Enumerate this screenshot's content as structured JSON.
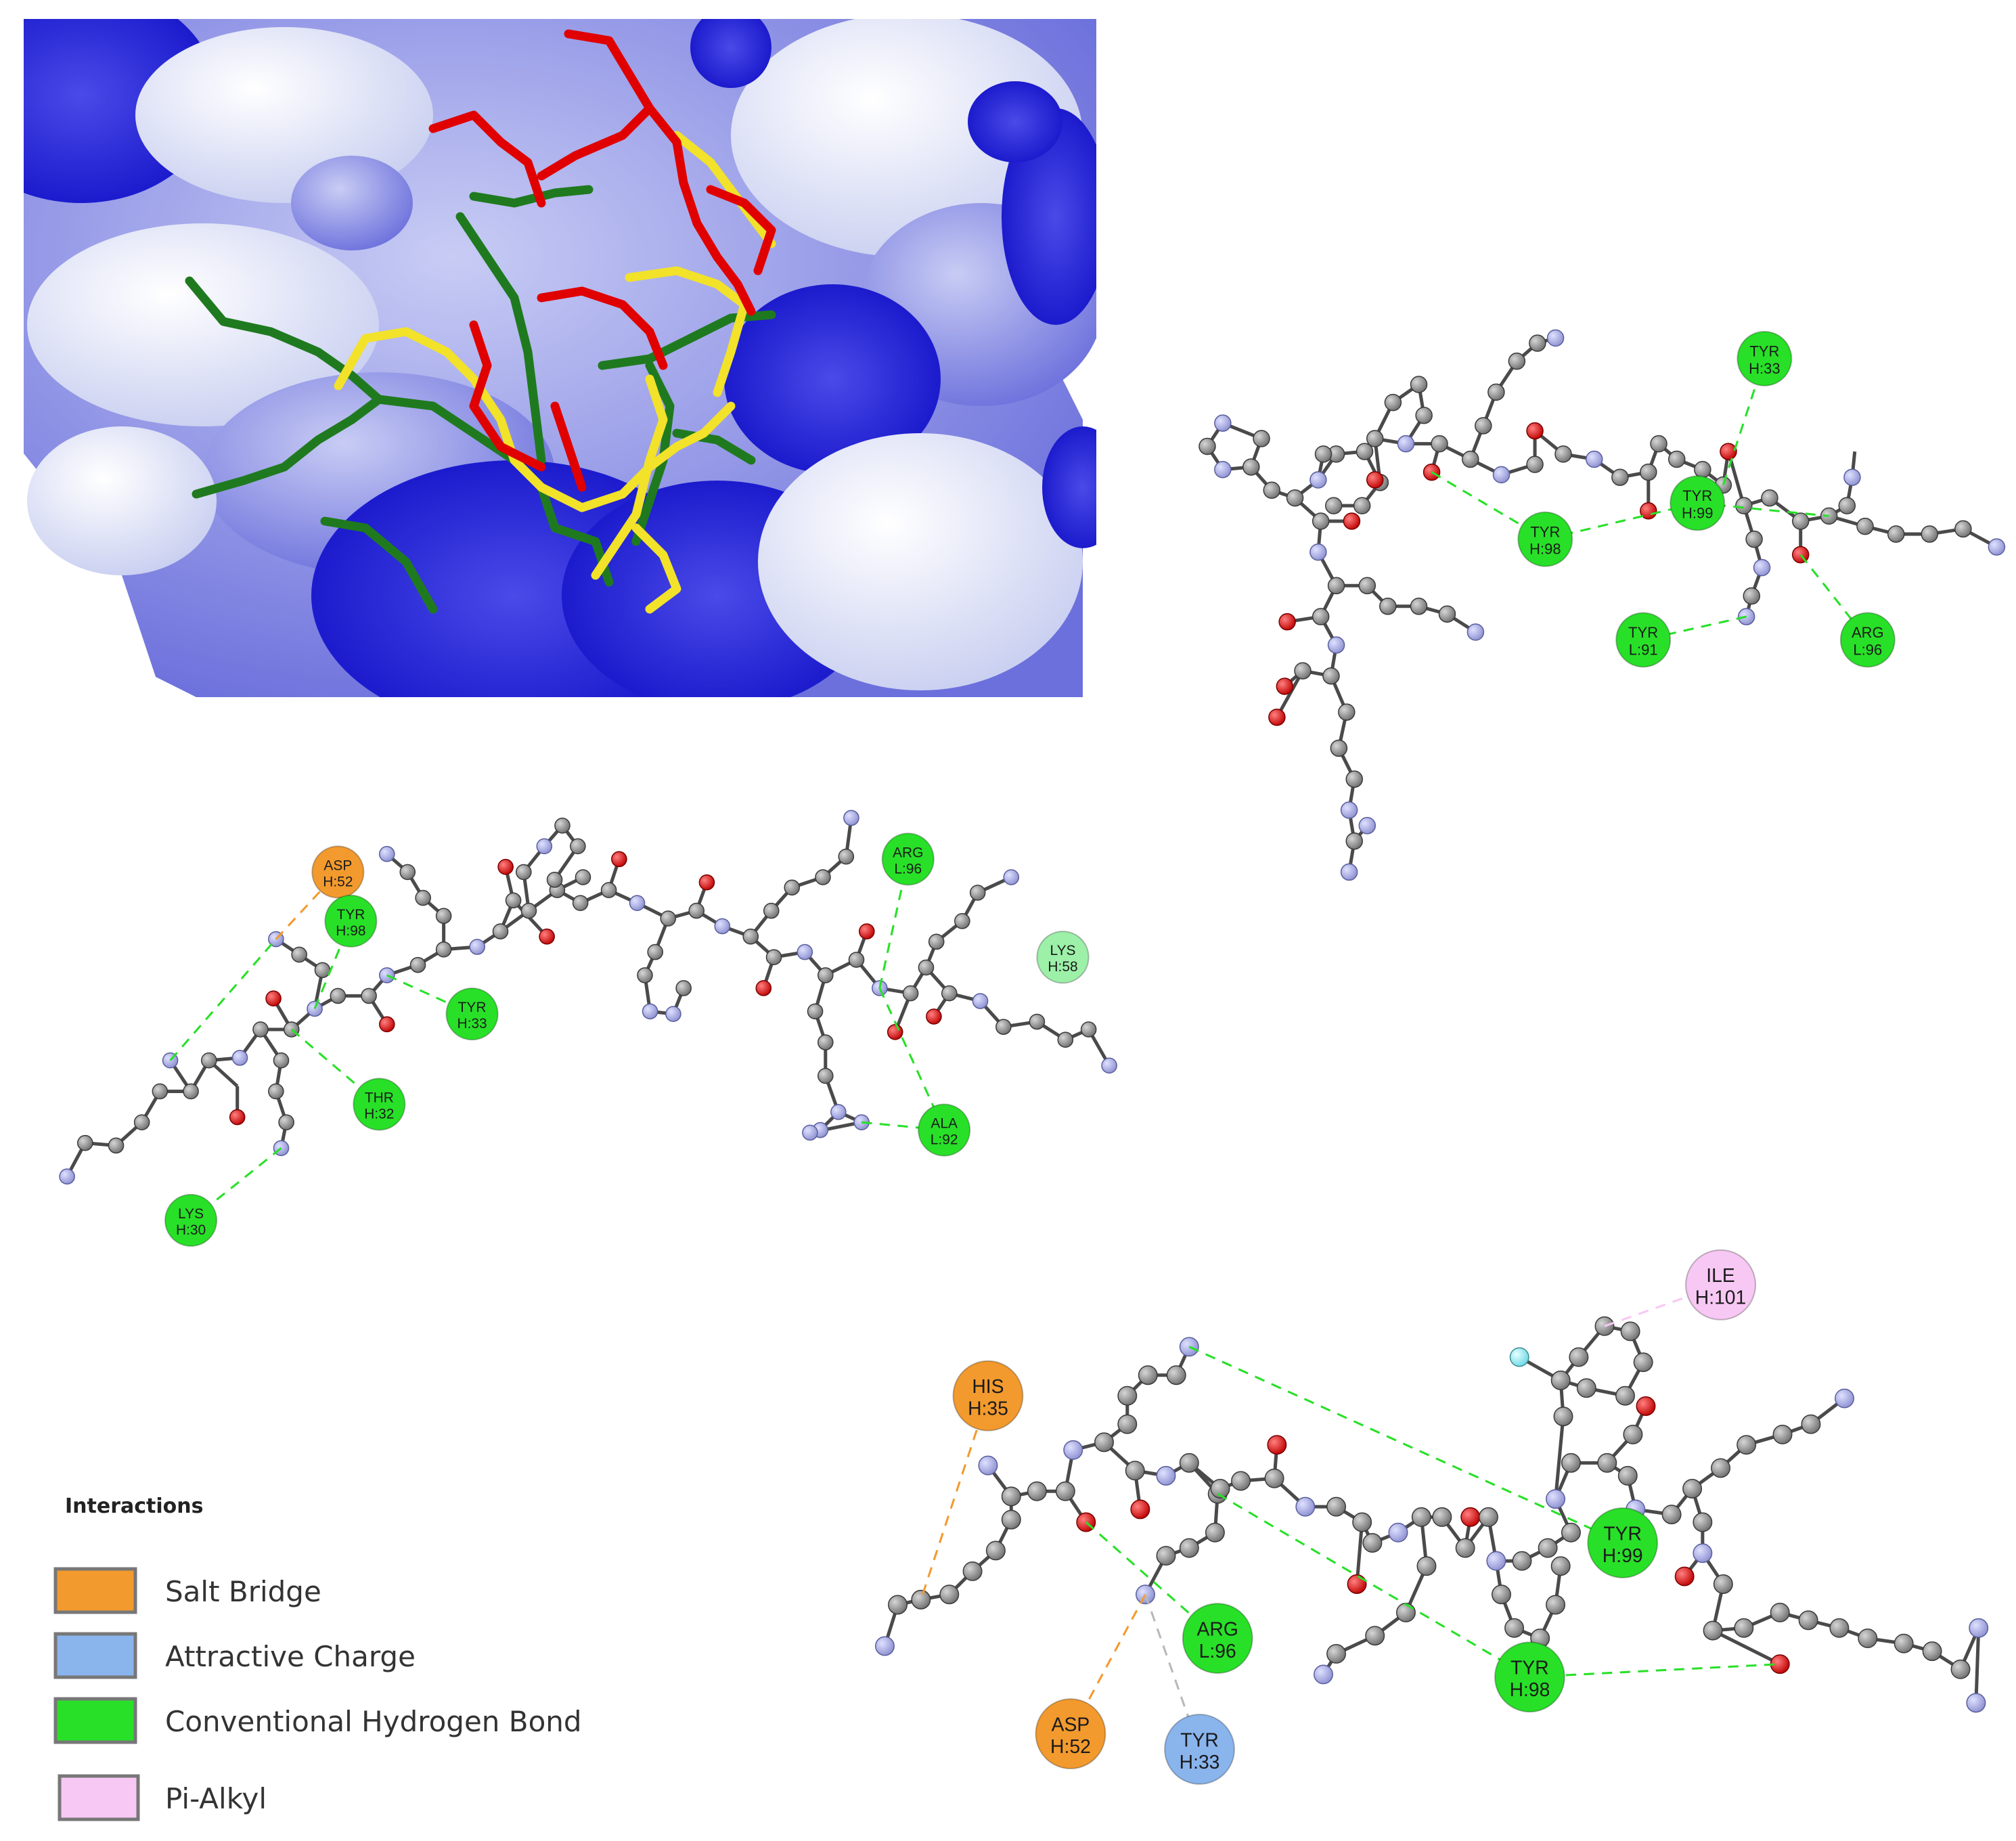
{
  "colors": {
    "carbon": "#8c8c8c",
    "nitrogen": "#a4a8e0",
    "oxygen": "#e01212",
    "fluorine": "#8fe8f0",
    "salt_bridge": "#f29a2e",
    "attractive_charge": "#8ab4ec",
    "hbond": "#28e028",
    "hbond_light": "#9cf0a8",
    "pi_alkyl": "#f8c8f4",
    "surface_blue": "#1f1fd6",
    "surface_white": "#f2f2f2",
    "peptide_red": "#e00000",
    "peptide_yellow": "#f2e22a",
    "peptide_green": "#1f7a1f"
  },
  "legend": {
    "title": "Interactions",
    "items": [
      {
        "label": "Salt Bridge",
        "color": "#f29a2e"
      },
      {
        "label": "Attractive Charge",
        "color": "#8ab4ec"
      },
      {
        "label": "Conventional Hydrogen Bond",
        "color": "#28e028"
      },
      {
        "label": "Pi-Alkyl",
        "color": "#f8c8f4"
      }
    ]
  },
  "diagrams": [
    {
      "name": "diagram-top-right",
      "residues": [
        {
          "l1": "TYR",
          "l2": "H:33",
          "type": "hbond"
        },
        {
          "l1": "TYR",
          "l2": "H:99",
          "type": "hbond"
        },
        {
          "l1": "TYR",
          "l2": "H:98",
          "type": "hbond"
        },
        {
          "l1": "TYR",
          "l2": "L:91",
          "type": "hbond"
        },
        {
          "l1": "ARG",
          "l2": "L:96",
          "type": "hbond"
        }
      ]
    },
    {
      "name": "diagram-middle-left",
      "residues": [
        {
          "l1": "ASP",
          "l2": "H:52",
          "type": "salt_bridge"
        },
        {
          "l1": "TYR",
          "l2": "H:98",
          "type": "hbond"
        },
        {
          "l1": "TYR",
          "l2": "H:33",
          "type": "hbond"
        },
        {
          "l1": "THR",
          "l2": "H:32",
          "type": "hbond"
        },
        {
          "l1": "LYS",
          "l2": "H:30",
          "type": "hbond"
        },
        {
          "l1": "ARG",
          "l2": "L:96",
          "type": "hbond"
        },
        {
          "l1": "LYS",
          "l2": "H:58",
          "type": "hbond_light"
        },
        {
          "l1": "ALA",
          "l2": "L:92",
          "type": "hbond"
        }
      ]
    },
    {
      "name": "diagram-bottom-right",
      "residues": [
        {
          "l1": "ILE",
          "l2": "H:101",
          "type": "pi_alkyl"
        },
        {
          "l1": "HIS",
          "l2": "H:35",
          "type": "salt_bridge"
        },
        {
          "l1": "TYR",
          "l2": "H:99",
          "type": "hbond"
        },
        {
          "l1": "ARG",
          "l2": "L:96",
          "type": "hbond"
        },
        {
          "l1": "TYR",
          "l2": "H:98",
          "type": "hbond"
        },
        {
          "l1": "ASP",
          "l2": "H:52",
          "type": "salt_bridge"
        },
        {
          "l1": "TYR",
          "l2": "H:33",
          "type": "attractive_charge"
        }
      ]
    }
  ]
}
